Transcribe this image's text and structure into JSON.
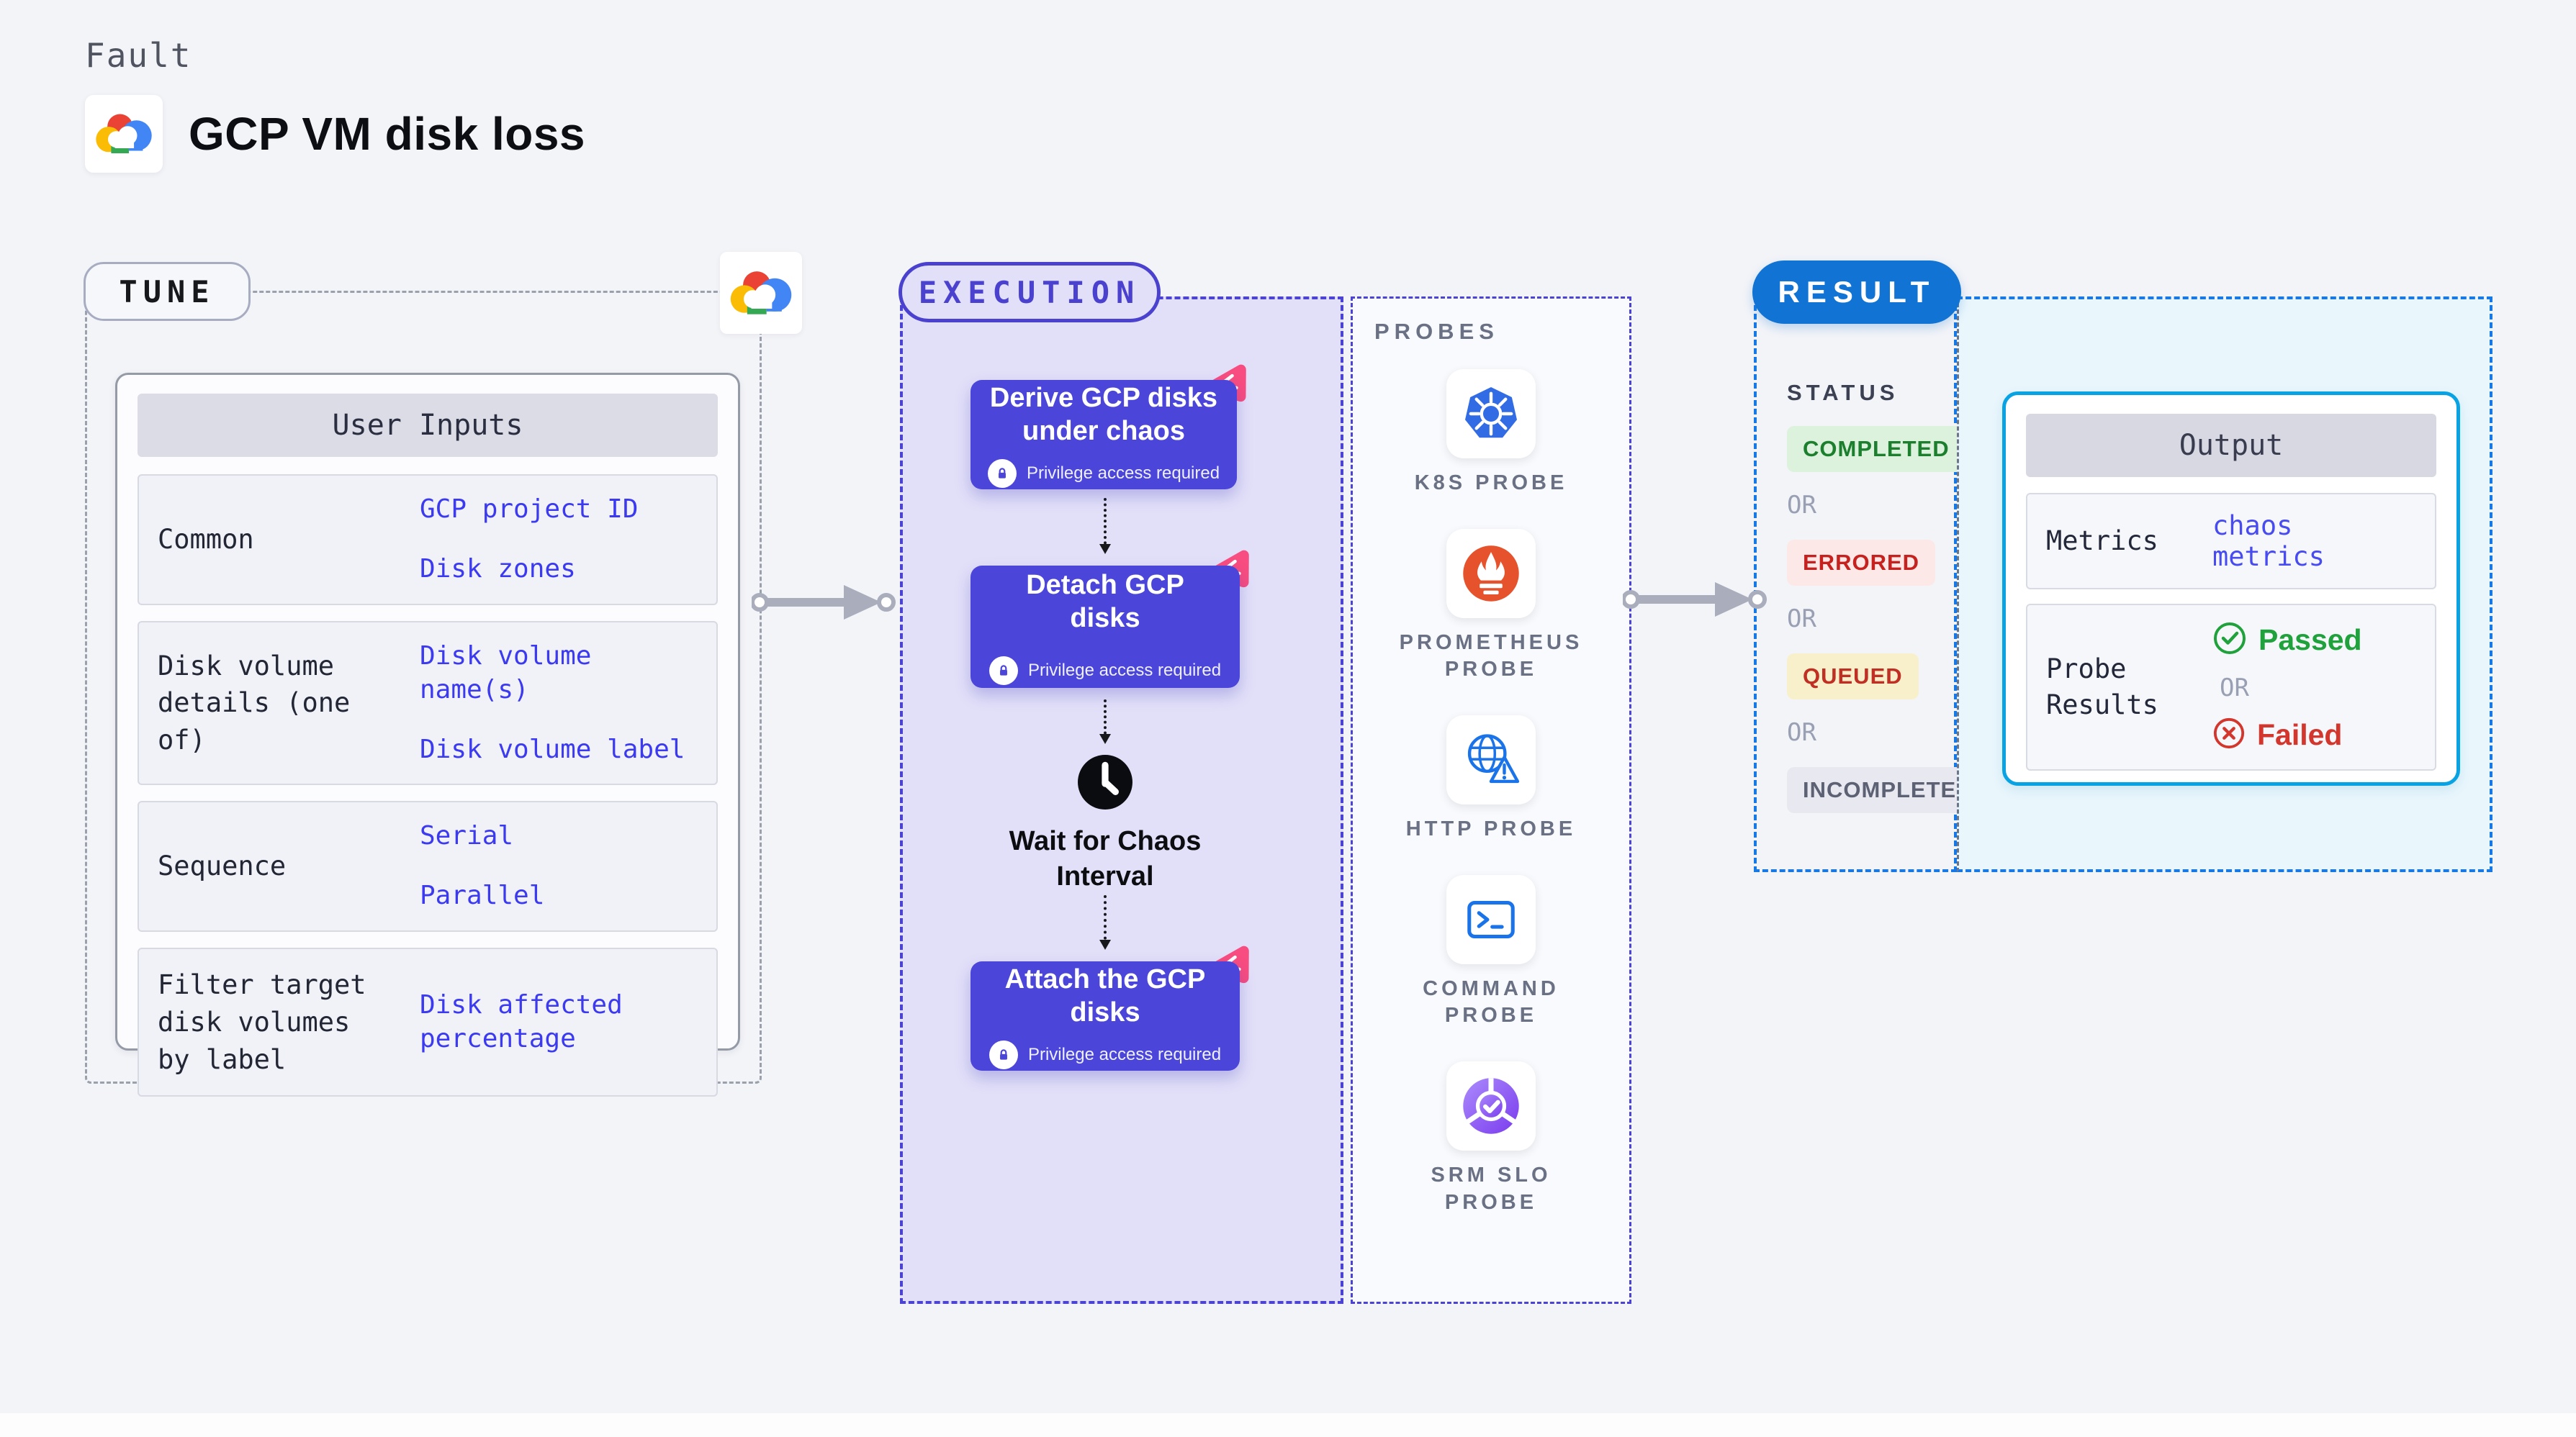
{
  "page": {
    "background": "#f3f4f8",
    "category_label": "Fault",
    "title": "GCP VM disk loss"
  },
  "tune": {
    "badge": "TUNE",
    "user_inputs": {
      "header": "User Inputs",
      "rows": [
        {
          "label": "Common",
          "values": [
            "GCP project ID",
            "Disk zones"
          ]
        },
        {
          "label": "Disk volume details (one of)",
          "values": [
            "Disk volume name(s)",
            "Disk volume label"
          ]
        },
        {
          "label": "Sequence",
          "values": [
            "Serial",
            "Parallel"
          ]
        },
        {
          "label": "Filter target disk volumes by label",
          "values": [
            "Disk affected percentage"
          ]
        }
      ]
    }
  },
  "execution": {
    "badge": "EXECUTION",
    "steps": [
      {
        "title": "Derive GCP disks under chaos",
        "note": "Privilege access required"
      },
      {
        "title": "Detach GCP disks",
        "note": "Privilege access required"
      },
      {
        "title": "Wait for Chaos Interval"
      },
      {
        "title": "Attach the GCP disks",
        "note": "Privilege access required"
      }
    ]
  },
  "probes": {
    "label": "PROBES",
    "items": [
      {
        "name": "K8S PROBE",
        "icon": "kubernetes-icon"
      },
      {
        "name": "PROMETHEUS PROBE",
        "icon": "prometheus-icon"
      },
      {
        "name": "HTTP PROBE",
        "icon": "globe-alert-icon"
      },
      {
        "name": "COMMAND PROBE",
        "icon": "terminal-icon"
      },
      {
        "name": "SRM SLO PROBE",
        "icon": "slo-gauge-icon"
      }
    ]
  },
  "result": {
    "badge": "RESULT",
    "status": {
      "label": "STATUS",
      "or": "OR",
      "items": [
        {
          "text": "COMPLETED",
          "fg": "#1b7f2e",
          "bg": "#dcf2dc"
        },
        {
          "text": "ERRORED",
          "fg": "#c5221f",
          "bg": "#fce9e7"
        },
        {
          "text": "QUEUED",
          "fg": "#bf2f24",
          "bg": "#f8f0ca"
        },
        {
          "text": "INCOMPLETED",
          "fg": "#5c6173",
          "bg": "#e8e9f0"
        }
      ]
    },
    "output": {
      "header": "Output",
      "metrics_label": "Metrics",
      "metrics_value": "chaos metrics",
      "probe_results_label": "Probe Results",
      "passed": "Passed",
      "or": "OR",
      "failed": "Failed"
    }
  },
  "colors": {
    "accent_indigo": "#4b45da",
    "execution_border": "#4a43d4",
    "execution_fill": "#e2e0f8",
    "tune_border": "#9aa0ac",
    "result_blue": "#1173d3",
    "result_dash_blue": "#1878e4",
    "output_card_border": "#09a3e4",
    "link_blue": "#3b3af0",
    "passed_green": "#1fa23c",
    "failed_red": "#d2362c",
    "chaos_pink": "#f4417a",
    "kubernetes_blue": "#326ce5",
    "prometheus_orange": "#e6522c"
  }
}
